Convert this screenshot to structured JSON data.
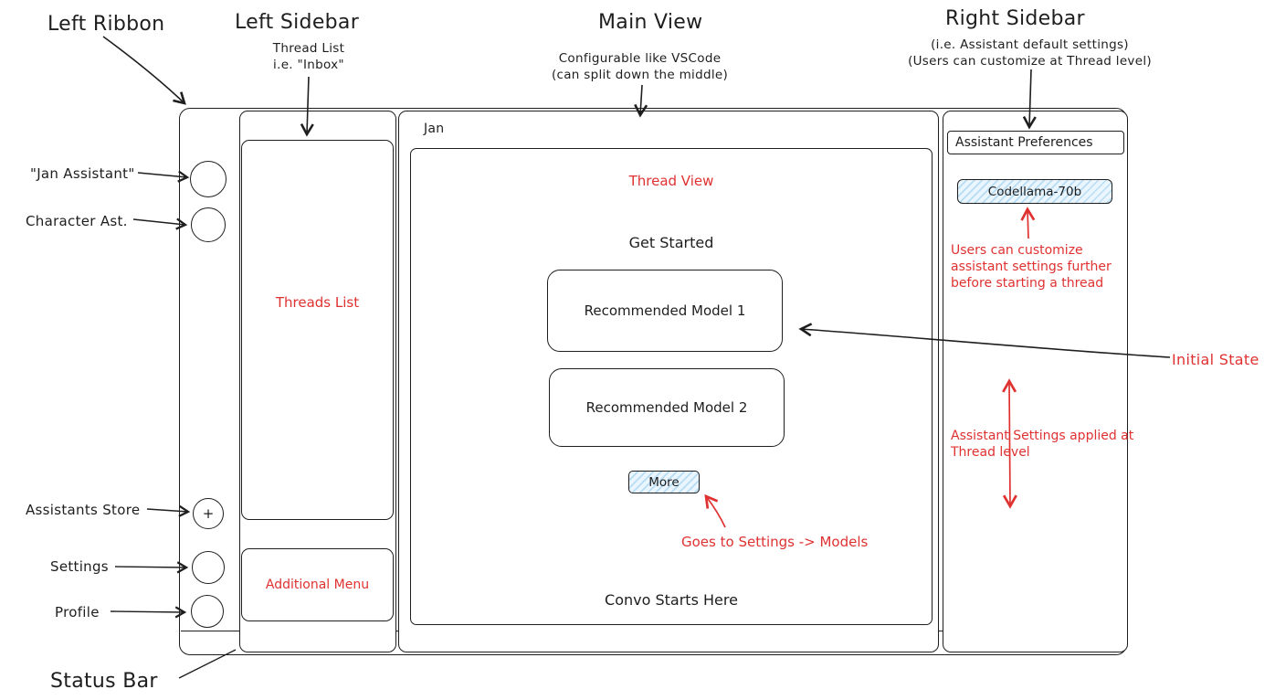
{
  "colors": {
    "ink": "#1e1e1e",
    "red": "#e03131",
    "hatch_fill": "#eaf5fd",
    "hatch_stroke": "#b7ddf5"
  },
  "callouts": {
    "left_ribbon": {
      "title": "Left Ribbon"
    },
    "left_sidebar": {
      "title": "Left Sidebar",
      "sub1": "Thread List",
      "sub2": "i.e. \"Inbox\""
    },
    "main_view": {
      "title": "Main View",
      "sub1": "Configurable like VSCode",
      "sub2": "(can split down the middle)"
    },
    "right_sidebar": {
      "title": "Right Sidebar",
      "sub1": "(i.e. Assistant default settings)",
      "sub2": "(Users can customize at Thread level)"
    },
    "jan_assistant": "\"Jan Assistant\"",
    "character_ast": "Character Ast.",
    "assistants_store": "Assistants Store",
    "settings": "Settings",
    "profile": "Profile",
    "status_bar": "Status Bar",
    "initial_state": "Initial State"
  },
  "window": {
    "title": "Jan",
    "ribbon": {
      "plus": "+"
    },
    "sidebar": {
      "threads_list": "Threads List",
      "additional_menu": "Additional Menu"
    },
    "main": {
      "thread_view": "Thread View",
      "get_started": "Get Started",
      "recommended_model_1": "Recommended Model 1",
      "recommended_model_2": "Recommended Model 2",
      "more": "More",
      "convo_starts": "Convo Starts Here",
      "goes_to_note": "Goes to Settings -> Models"
    },
    "right": {
      "header": "Assistant Preferences",
      "model_chip": "Codellama-70b",
      "customize_note": "Users can customize assistant settings further before starting a thread",
      "thread_level_note": "Assistant Settings applied at Thread level"
    }
  }
}
